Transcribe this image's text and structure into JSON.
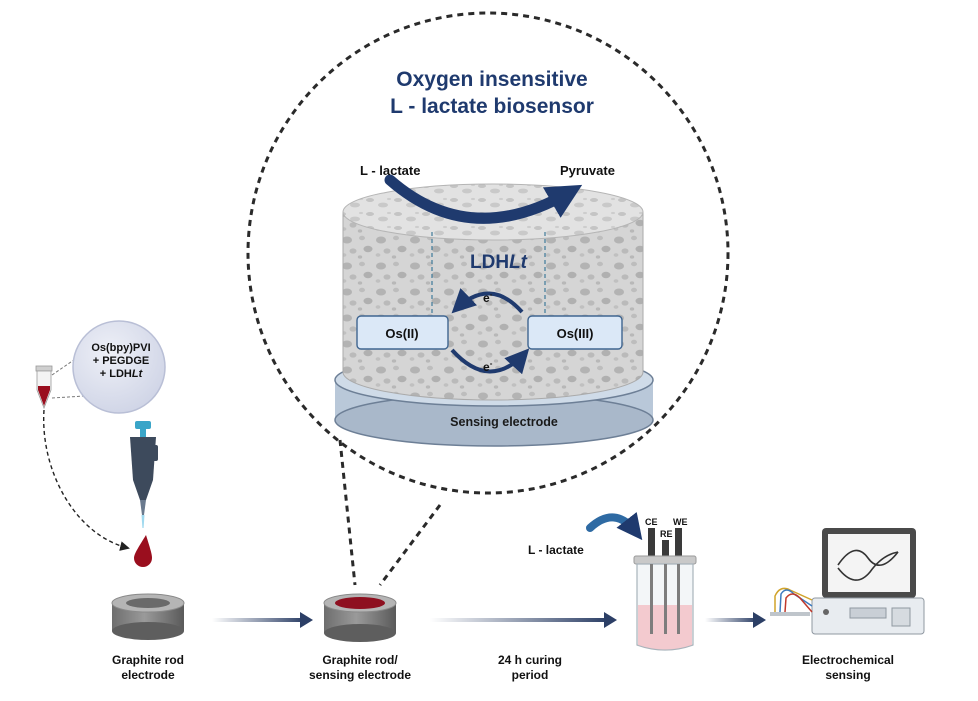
{
  "title": {
    "line1": "Oxygen insensitive",
    "line2": "L - lactate biosensor"
  },
  "reaction": {
    "substrate": "L - lactate",
    "product": "Pyruvate",
    "enzyme": "LDH",
    "enzyme_italic": "Lt"
  },
  "mediator": {
    "reduced": "Os(II)",
    "oxidized": "Os(III)",
    "electron": "e",
    "electron_sup": "-"
  },
  "sensing_electrode_label": "Sensing electrode",
  "mixture": {
    "line1": "Os(bpy)PVI",
    "line2": "+ PEGDGE",
    "line3": "+ LDH",
    "line3_italic": "Lt"
  },
  "steps": {
    "graphite_rod": [
      "Graphite rod",
      "electrode"
    ],
    "graphite_sensing": [
      "Graphite rod/",
      "sensing electrode"
    ],
    "curing": [
      "24 h curing",
      "period"
    ],
    "electrochemical": [
      "Electrochemical",
      "sensing"
    ]
  },
  "cell": {
    "analyte": "L - lactate",
    "ce": "CE",
    "re": "RE",
    "we": "WE"
  },
  "colors": {
    "navy": "#1f3a6e",
    "light_blue_box": "#dbe8f7",
    "disk": "#c9d6e4",
    "blood": "#9a0e1e",
    "sponge": "#d4d4d4"
  }
}
